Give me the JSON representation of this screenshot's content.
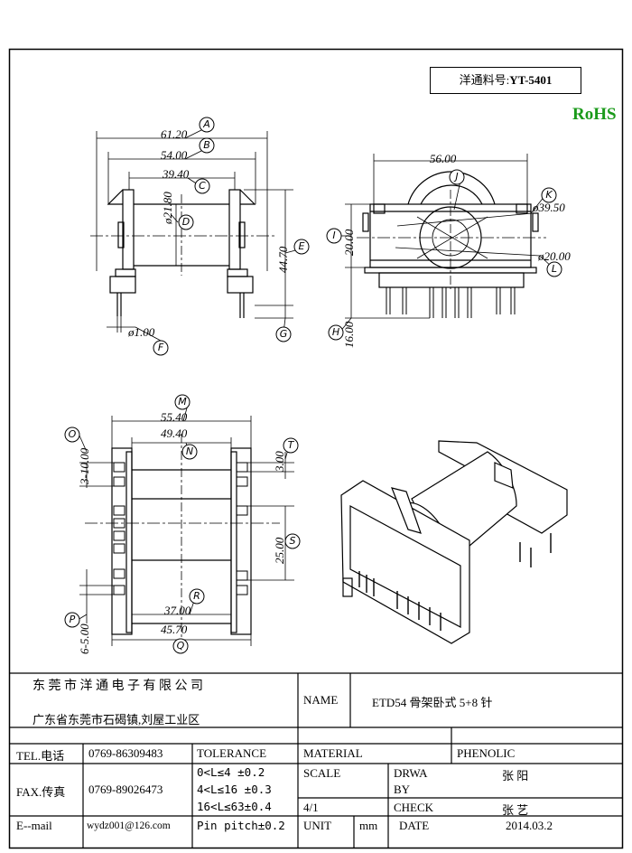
{
  "part_box": {
    "label": "洋通料号:",
    "part_no": "YT-5401"
  },
  "rohs": "RoHS",
  "callouts": {
    "A": "A",
    "B": "B",
    "C": "C",
    "D": "D",
    "E": "E",
    "F": "F",
    "G": "G",
    "H": "H",
    "I": "I",
    "J": "J",
    "K": "K",
    "L": "L",
    "M": "M",
    "N": "N",
    "O": "O",
    "P": "P",
    "Q": "Q",
    "R": "R",
    "S": "S",
    "T": "T"
  },
  "dimensions": {
    "A": "61.20",
    "B": "54.00",
    "C": "39.40",
    "D": "ø21.80",
    "E": "44.70",
    "F": "ø1.00",
    "J": "56.00",
    "K": "ø39.50",
    "L": "ø20.00",
    "I": "20.00",
    "H": "16.00",
    "M": "55.40",
    "N": "49.40",
    "O": "3-10.00",
    "T": "3.00",
    "S": "25.00",
    "R": "37.00",
    "Q": "45.70",
    "P": "6-5.00"
  },
  "title_block": {
    "company": "东 莞 市 洋 通 电 子 有 限 公 司",
    "address": "广东省东莞市石碣镇,刘屋工业区",
    "name_label": "NAME",
    "name_value": "ETD54 骨架卧式 5+8 针",
    "tel_label": "TEL.电话",
    "tel_value": "0769-86309483",
    "fax_label": "FAX.传真",
    "fax_value": "0769-89026473",
    "email_label": "E--mail",
    "email_value": "wydz001@126.com",
    "tolerance_label": "TOLERANCE",
    "tolerance": [
      "0<L≤4   ±0.2",
      "4<L≤16  ±0.3",
      "16<L≤63±0.4",
      "Pin pitch±0.2"
    ],
    "material_label": "MATERIAL",
    "material_value": "PHENOLIC",
    "scale_label": "SCALE",
    "scale_value": "4/1",
    "drawn_label_1": "DRWA",
    "drawn_label_2": "BY",
    "drawn_value": "张 阳",
    "check_label": "CHECK",
    "check_value": "张 艺",
    "unit_label": "UNIT",
    "unit_value": "mm",
    "date_label": "DATE",
    "date_value": "2014.03.2"
  }
}
